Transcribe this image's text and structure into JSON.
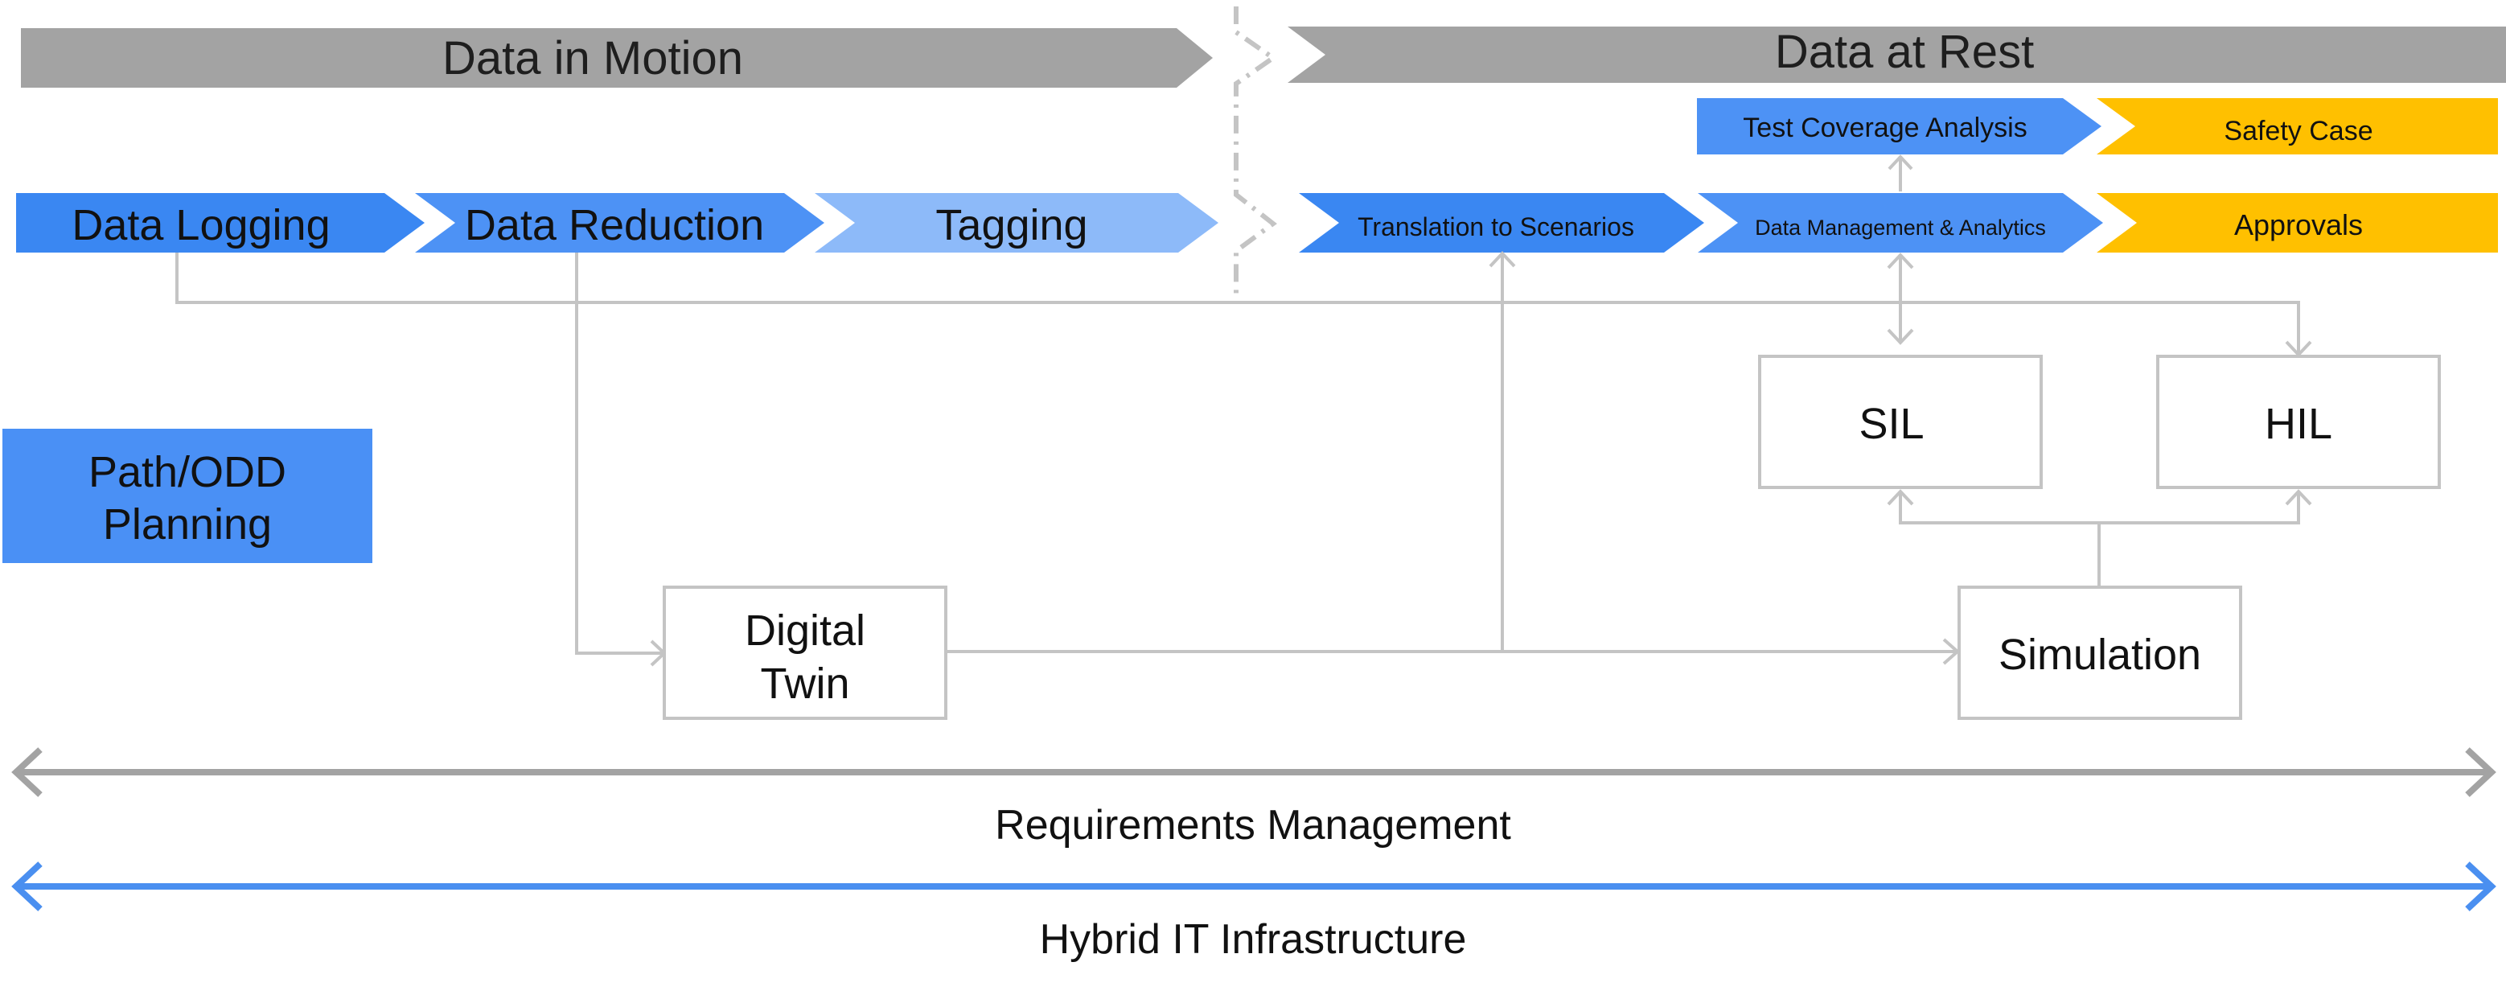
{
  "phases": {
    "motion_label": "Data in Motion",
    "rest_label": "Data at Rest"
  },
  "pipeline": {
    "data_logging": "Data Logging",
    "data_reduction": "Data Reduction",
    "tagging": "Tagging",
    "translation_to_scenarios": "Translation to Scenarios",
    "data_management_analytics": "Data Management & Analytics",
    "approvals": "Approvals",
    "test_coverage_analysis": "Test Coverage Analysis",
    "safety_case": "Safety Case"
  },
  "planning": {
    "line1": "Path/ODD",
    "line2": "Planning"
  },
  "nodes": {
    "sil": "SIL",
    "hil": "HIL",
    "digital_twin_line1": "Digital",
    "digital_twin_line2": "Twin",
    "simulation": "Simulation"
  },
  "spans": {
    "requirements": "Requirements Management",
    "infrastructure": "Hybrid IT Infrastructure"
  },
  "colors": {
    "phase_gray": "#a3a3a3",
    "blue_dark": "#3a87f2",
    "blue_mid": "#4d92f5",
    "blue_light": "#8dbaf9",
    "gold": "#ffc000",
    "connector_gray": "#c4c4c4",
    "span_gray": "#a3a3a3",
    "span_blue": "#4a8ff0"
  }
}
